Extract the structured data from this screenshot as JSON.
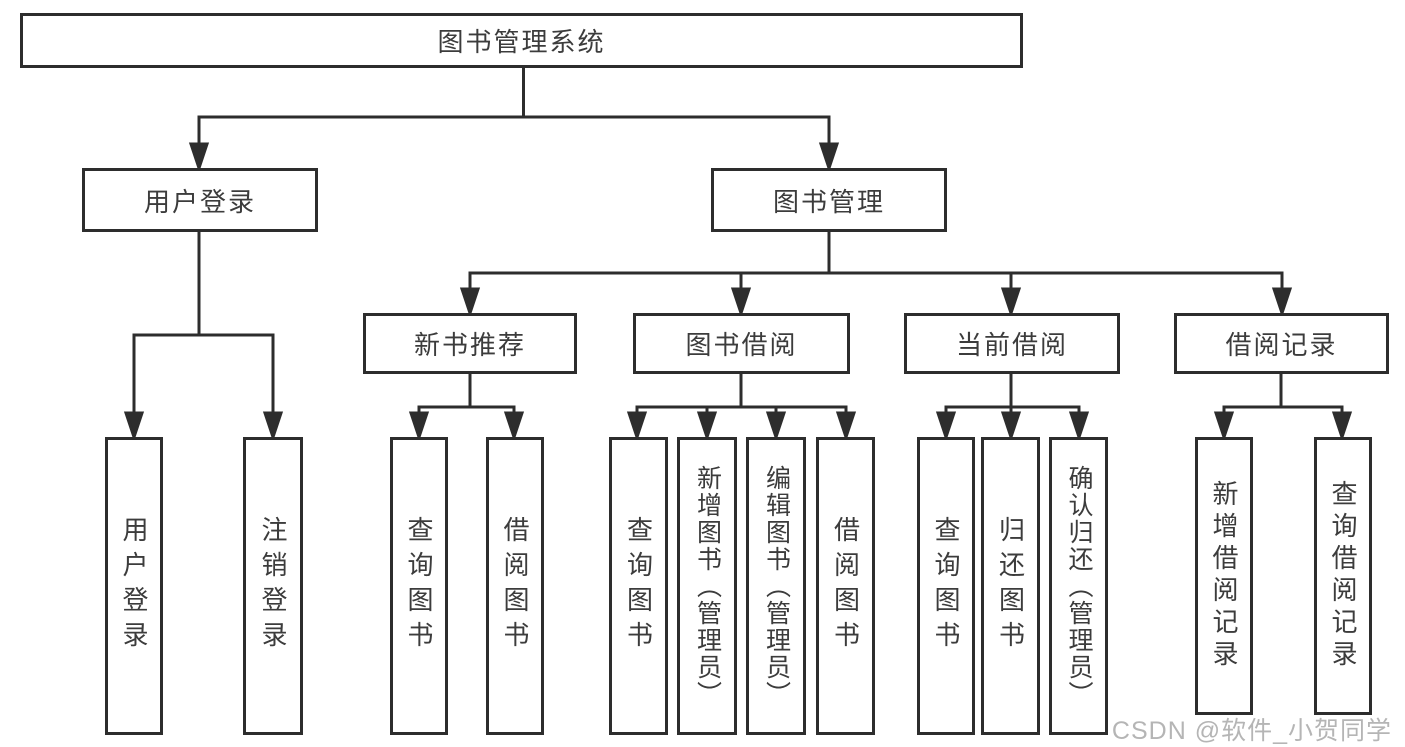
{
  "tree": {
    "root": "图书管理系统",
    "user_login": {
      "label": "用户登录",
      "leaves": [
        "用户登录",
        "注销登录"
      ]
    },
    "book_management": {
      "label": "图书管理",
      "modules": [
        {
          "label": "新书推荐",
          "leaves": [
            "查询图书",
            "借阅图书"
          ]
        },
        {
          "label": "图书借阅",
          "leaves": [
            "查询图书",
            "新增图书（管理员）",
            "编辑图书（管理员）",
            "借阅图书"
          ]
        },
        {
          "label": "当前借阅",
          "leaves": [
            "查询图书",
            "归还图书",
            "确认归还（管理员）"
          ]
        },
        {
          "label": "借阅记录",
          "leaves": [
            "新增借阅记录",
            "查询借阅记录"
          ]
        }
      ]
    }
  },
  "watermark": {
    "text": "CSDN @软件_小贺同学"
  },
  "colors": {
    "line": "#2d2d2d",
    "text": "#3c3c3c",
    "background": "#ffffff",
    "watermark": "#b5b5b5"
  }
}
